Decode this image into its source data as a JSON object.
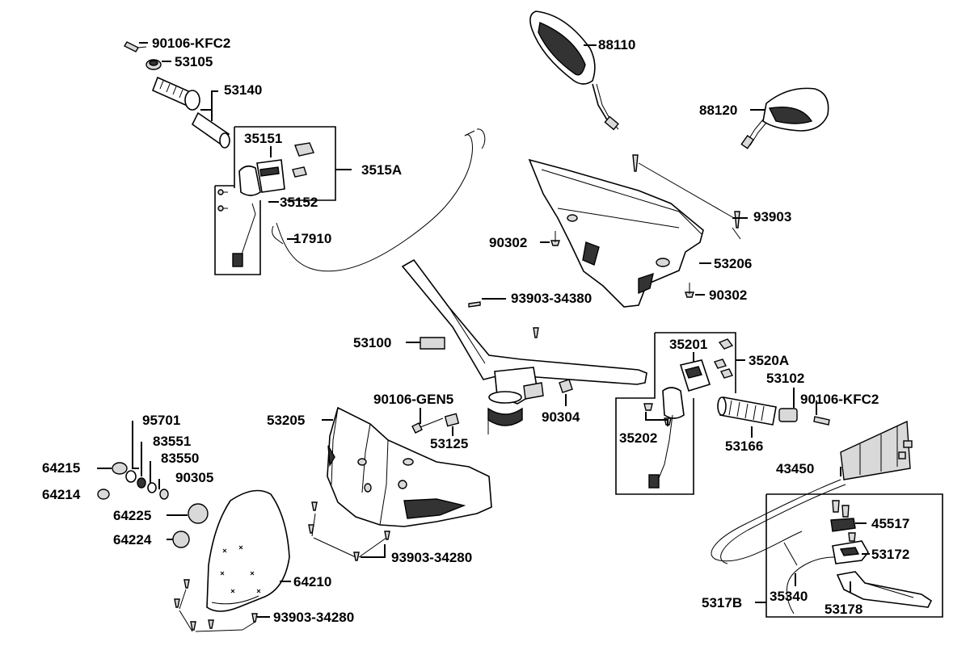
{
  "labels": {
    "p90106_kfc2_top": "90106-KFC2",
    "p53105": "53105",
    "p53140": "53140",
    "p35151": "35151",
    "p3515a": "3515A",
    "p35152": "35152",
    "p17910": "17910",
    "p88110": "88110",
    "p88120": "88120",
    "p93903": "93903",
    "p90302_a": "90302",
    "p53206": "53206",
    "p90302_b": "90302",
    "p93903_34380": "93903-34380",
    "p53100": "53100",
    "p35201": "35201",
    "p3520a": "3520A",
    "p53102": "53102",
    "p90106_kfc2_right": "90106-KFC2",
    "p90106_gen5": "90106-GEN5",
    "p90304": "90304",
    "p53205": "53205",
    "p53125": "53125",
    "p35202": "35202",
    "p53166": "53166",
    "p95701": "95701",
    "p83551": "83551",
    "p83550": "83550",
    "p64215": "64215",
    "p90305": "90305",
    "p64214": "64214",
    "p64225": "64225",
    "p64224": "64224",
    "p43450": "43450",
    "p45517": "45517",
    "p53172": "53172",
    "p93903_34280_a": "93903-34280",
    "p64210": "64210",
    "p5317b": "5317B",
    "p35340": "35340",
    "p53178": "53178",
    "p93903_34280_b": "93903-34280"
  }
}
